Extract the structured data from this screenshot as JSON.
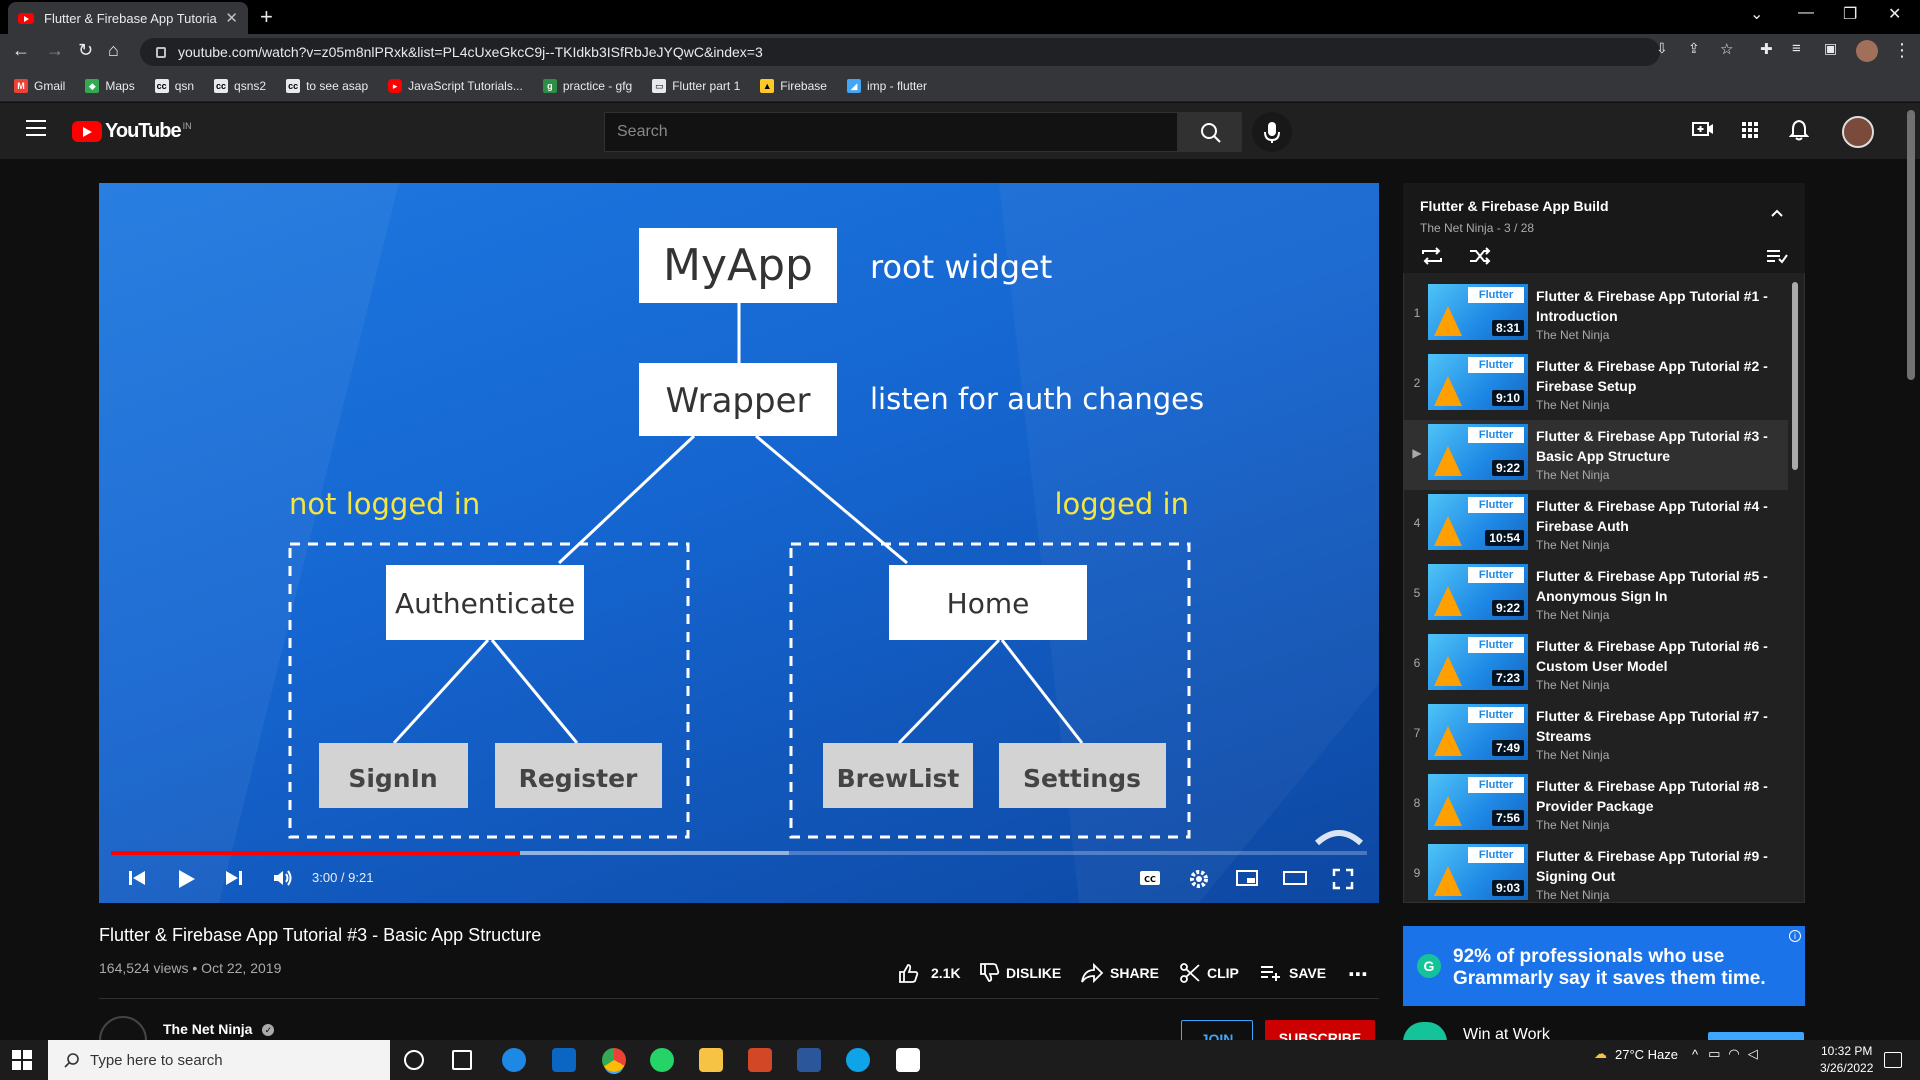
{
  "browser": {
    "tab_title": "Flutter & Firebase App Tutorial #",
    "url": "youtube.com/watch?v=z05m8nlPRxk&list=PL4cUxeGkcC9j--TKIdkb3ISfRbJeJYQwC&index=3",
    "bookmarks": [
      "Gmail",
      "Maps",
      "qsn",
      "qsns2",
      "to see asap",
      "JavaScript Tutorials...",
      "practice - gfg",
      "Flutter part 1",
      "Firebase",
      "imp - flutter"
    ]
  },
  "youtube": {
    "logo_text": "YouTube",
    "region": "IN",
    "search_placeholder": "Search"
  },
  "video": {
    "slide": {
      "root_box": "MyApp",
      "root_note": "root widget",
      "wrapper_box": "Wrapper",
      "wrapper_note": "listen for auth changes",
      "left_label": "not logged in",
      "right_label": "logged in",
      "auth_box": "Authenticate",
      "home_box": "Home",
      "signin_box": "SignIn",
      "register_box": "Register",
      "brewlist_box": "BrewList",
      "settings_box": "Settings"
    },
    "time": "3:00 / 9:21",
    "progress": 0.326,
    "buffered": 0.54,
    "title": "Flutter & Firebase App Tutorial #3 - Basic App Structure",
    "meta": "164,524 views • Oct 22, 2019",
    "actions": {
      "like": "2.1K",
      "dislike": "DISLIKE",
      "share": "SHARE",
      "clip": "CLIP",
      "save": "SAVE"
    },
    "channel": "The Net Ninja",
    "join": "JOIN",
    "subscribe": "SUBSCRIBE"
  },
  "playlist": {
    "title": "Flutter & Firebase App Build",
    "subtitle": "The Net Ninja - 3 / 28",
    "items": [
      {
        "idx": "1",
        "title": "Flutter & Firebase App Tutorial #1 - Introduction",
        "channel": "The Net Ninja",
        "duration": "8:31"
      },
      {
        "idx": "2",
        "title": "Flutter & Firebase App Tutorial #2 - Firebase Setup",
        "channel": "The Net Ninja",
        "duration": "9:10"
      },
      {
        "idx": "▶",
        "title": "Flutter & Firebase App Tutorial #3 - Basic App Structure",
        "channel": "The Net Ninja",
        "duration": "9:22"
      },
      {
        "idx": "4",
        "title": "Flutter & Firebase App Tutorial #4 - Firebase Auth",
        "channel": "The Net Ninja",
        "duration": "10:54"
      },
      {
        "idx": "5",
        "title": "Flutter & Firebase App Tutorial #5 - Anonymous Sign In",
        "channel": "The Net Ninja",
        "duration": "9:22"
      },
      {
        "idx": "6",
        "title": "Flutter & Firebase App Tutorial #6 - Custom User Model",
        "channel": "The Net Ninja",
        "duration": "7:23"
      },
      {
        "idx": "7",
        "title": "Flutter & Firebase App Tutorial #7 - Streams",
        "channel": "The Net Ninja",
        "duration": "7:49"
      },
      {
        "idx": "8",
        "title": "Flutter & Firebase App Tutorial #8 - Provider Package",
        "channel": "The Net Ninja",
        "duration": "7:56"
      },
      {
        "idx": "9",
        "title": "Flutter & Firebase App Tutorial #9 - Signing Out",
        "channel": "The Net Ninja",
        "duration": "9:03"
      }
    ],
    "thumb_badge": "Flutter"
  },
  "ad": {
    "text": "92% of professionals who use Grammarly say it saves them time.",
    "g_letter": "G",
    "info": "i",
    "win_text": "Win at Work"
  },
  "taskbar": {
    "search_placeholder": "Type here to search",
    "weather": "27°C  Haze",
    "time": "10:32 PM",
    "date": "3/26/2022"
  },
  "colors": {
    "accent_red": "#ff0000",
    "slide_yellow": "#f4e542",
    "link_blue": "#3ea6ff"
  }
}
